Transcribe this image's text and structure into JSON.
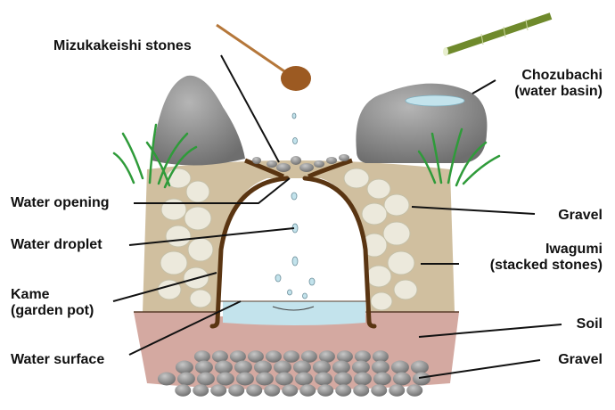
{
  "title": "Suikinkutsu cross-section",
  "labels": {
    "mizukakeishi": "Mizukakeishi stones",
    "water_opening": "Water opening",
    "water_droplet": "Water droplet",
    "kame_line1": "Kame",
    "kame_line2": "(garden pot)",
    "water_surface": "Water surface",
    "chozubachi_line1": "Chozubachi",
    "chozubachi_line2": "(water basin)",
    "gravel_top": "Gravel",
    "iwagumi_line1": "Iwagumi",
    "iwagumi_line2": "(stacked stones)",
    "soil": "Soil",
    "gravel_bottom": "Gravel"
  },
  "colors": {
    "soil": "#c9948a",
    "gravel_fill": "#c8b48e",
    "stone_light": "#ece9dc",
    "pot": "#5a3512",
    "water": "#c3e3ec",
    "rock": "#8a8a8a",
    "grass": "#2f9b3a",
    "bamboo": "#6f8a2c",
    "ladle": "#b5773a"
  }
}
